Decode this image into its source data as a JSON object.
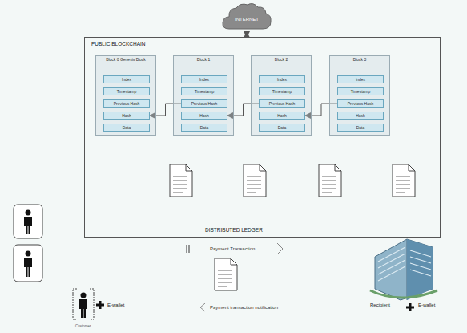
{
  "diagram": {
    "nodes": [
      {
        "text": [
          "INTERNET"
        ]
      },
      {
        "text": [
          "PUBLIC BLOCKCHAIN",
          "DISTRIBUTED LEDGER"
        ]
      },
      {
        "text": [
          "Block 0 Genesis Block"
        ],
        "in": 1
      },
      {
        "text": [
          "Index"
        ],
        "in": 2
      },
      {
        "text": [
          "Timestamp"
        ],
        "in": 2
      },
      {
        "text": [
          "Previous Hash"
        ],
        "in": 2
      },
      {
        "text": [
          "Hash"
        ],
        "in": 2
      },
      {
        "text": [
          "Data"
        ],
        "in": 2
      },
      {
        "text": [
          "Block 1"
        ],
        "in": 1
      },
      {
        "text": [
          "Index"
        ],
        "in": 8
      },
      {
        "text": [
          "Timestamp"
        ],
        "in": 8
      },
      {
        "text": [
          "Previous Hash"
        ],
        "in": 8
      },
      {
        "text": [
          "Hash"
        ],
        "in": 8
      },
      {
        "text": [
          "Data"
        ],
        "in": 8
      },
      {
        "text": [
          "Block 2"
        ],
        "in": 1
      },
      {
        "text": [
          "Index"
        ],
        "in": 14
      },
      {
        "text": [
          "Timestamp"
        ],
        "in": 14
      },
      {
        "text": [
          "Previous Hash"
        ],
        "in": 14
      },
      {
        "text": [
          "Hash"
        ],
        "in": 14
      },
      {
        "text": [
          "Data"
        ],
        "in": 14
      },
      {
        "text": [
          "Block 3"
        ],
        "in": 1
      },
      {
        "text": [
          "Index"
        ],
        "in": 20
      },
      {
        "text": [
          "Timestamp"
        ],
        "in": 20
      },
      {
        "text": [
          "Previous Hash"
        ],
        "in": 20
      },
      {
        "text": [
          "Hash"
        ],
        "in": 20
      },
      {
        "text": [
          "Data"
        ],
        "in": 20
      }
    ],
    "edges": [
      {
        "from": 0,
        "to": 1,
        "arrow": "both"
      },
      {
        "from": 11,
        "to": 6,
        "arrow": "to"
      },
      {
        "from": 17,
        "to": 12,
        "arrow": "to"
      },
      {
        "from": 23,
        "to": 18,
        "arrow": "to"
      }
    ],
    "labels": [
      "Payment Transaction",
      "Payment transaction notification",
      "E-wallet",
      "Customer",
      "Recipient",
      "E-wallet"
    ]
  }
}
